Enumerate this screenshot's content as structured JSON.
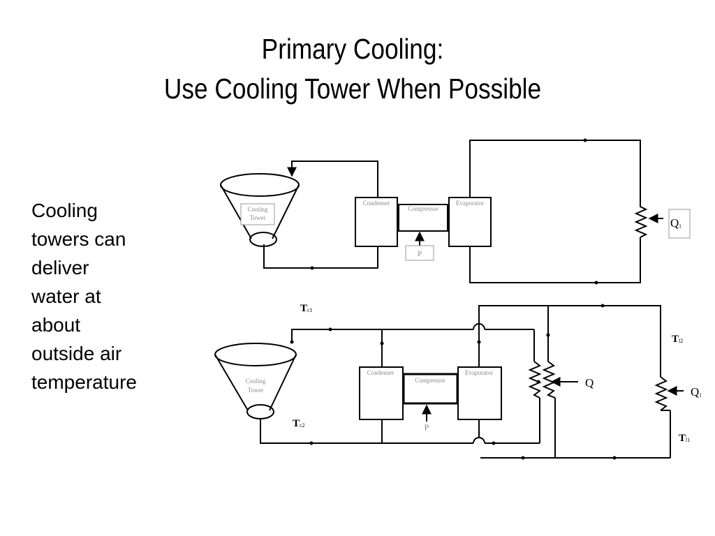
{
  "slide": {
    "title_line1": "Primary Cooling:",
    "title_line2": "Use Cooling Tower When Possible",
    "body_lines": [
      "Cooling",
      "towers can",
      "deliver",
      "water at",
      "about",
      "outside air",
      "temperature"
    ]
  },
  "diagram_top": {
    "cooling_tower_line1": "Cooling",
    "cooling_tower_line2": "Tower",
    "condenser": "Condenser",
    "compressor": "Compressor",
    "evaporator": "Evaporator",
    "power": "P",
    "load": "Q",
    "load_sub": "l"
  },
  "diagram_bottom": {
    "cooling_tower_line1": "Cooling",
    "cooling_tower_line2": "Tower",
    "condenser": "Condenser",
    "compressor": "Compressor",
    "evaporator": "Evaporator",
    "power": "P",
    "tc1": "T",
    "tc1_sub": "c1",
    "tc2": "T",
    "tc2_sub": "c2",
    "tl2": "T",
    "tl2_sub": "l2",
    "tl1": "T",
    "tl1_sub": "l1",
    "load_mid": "Q",
    "load_right": "Q",
    "load_right_sub": "l"
  },
  "colors": {
    "line": "#000000",
    "label_gray": "#8a8a8a"
  }
}
